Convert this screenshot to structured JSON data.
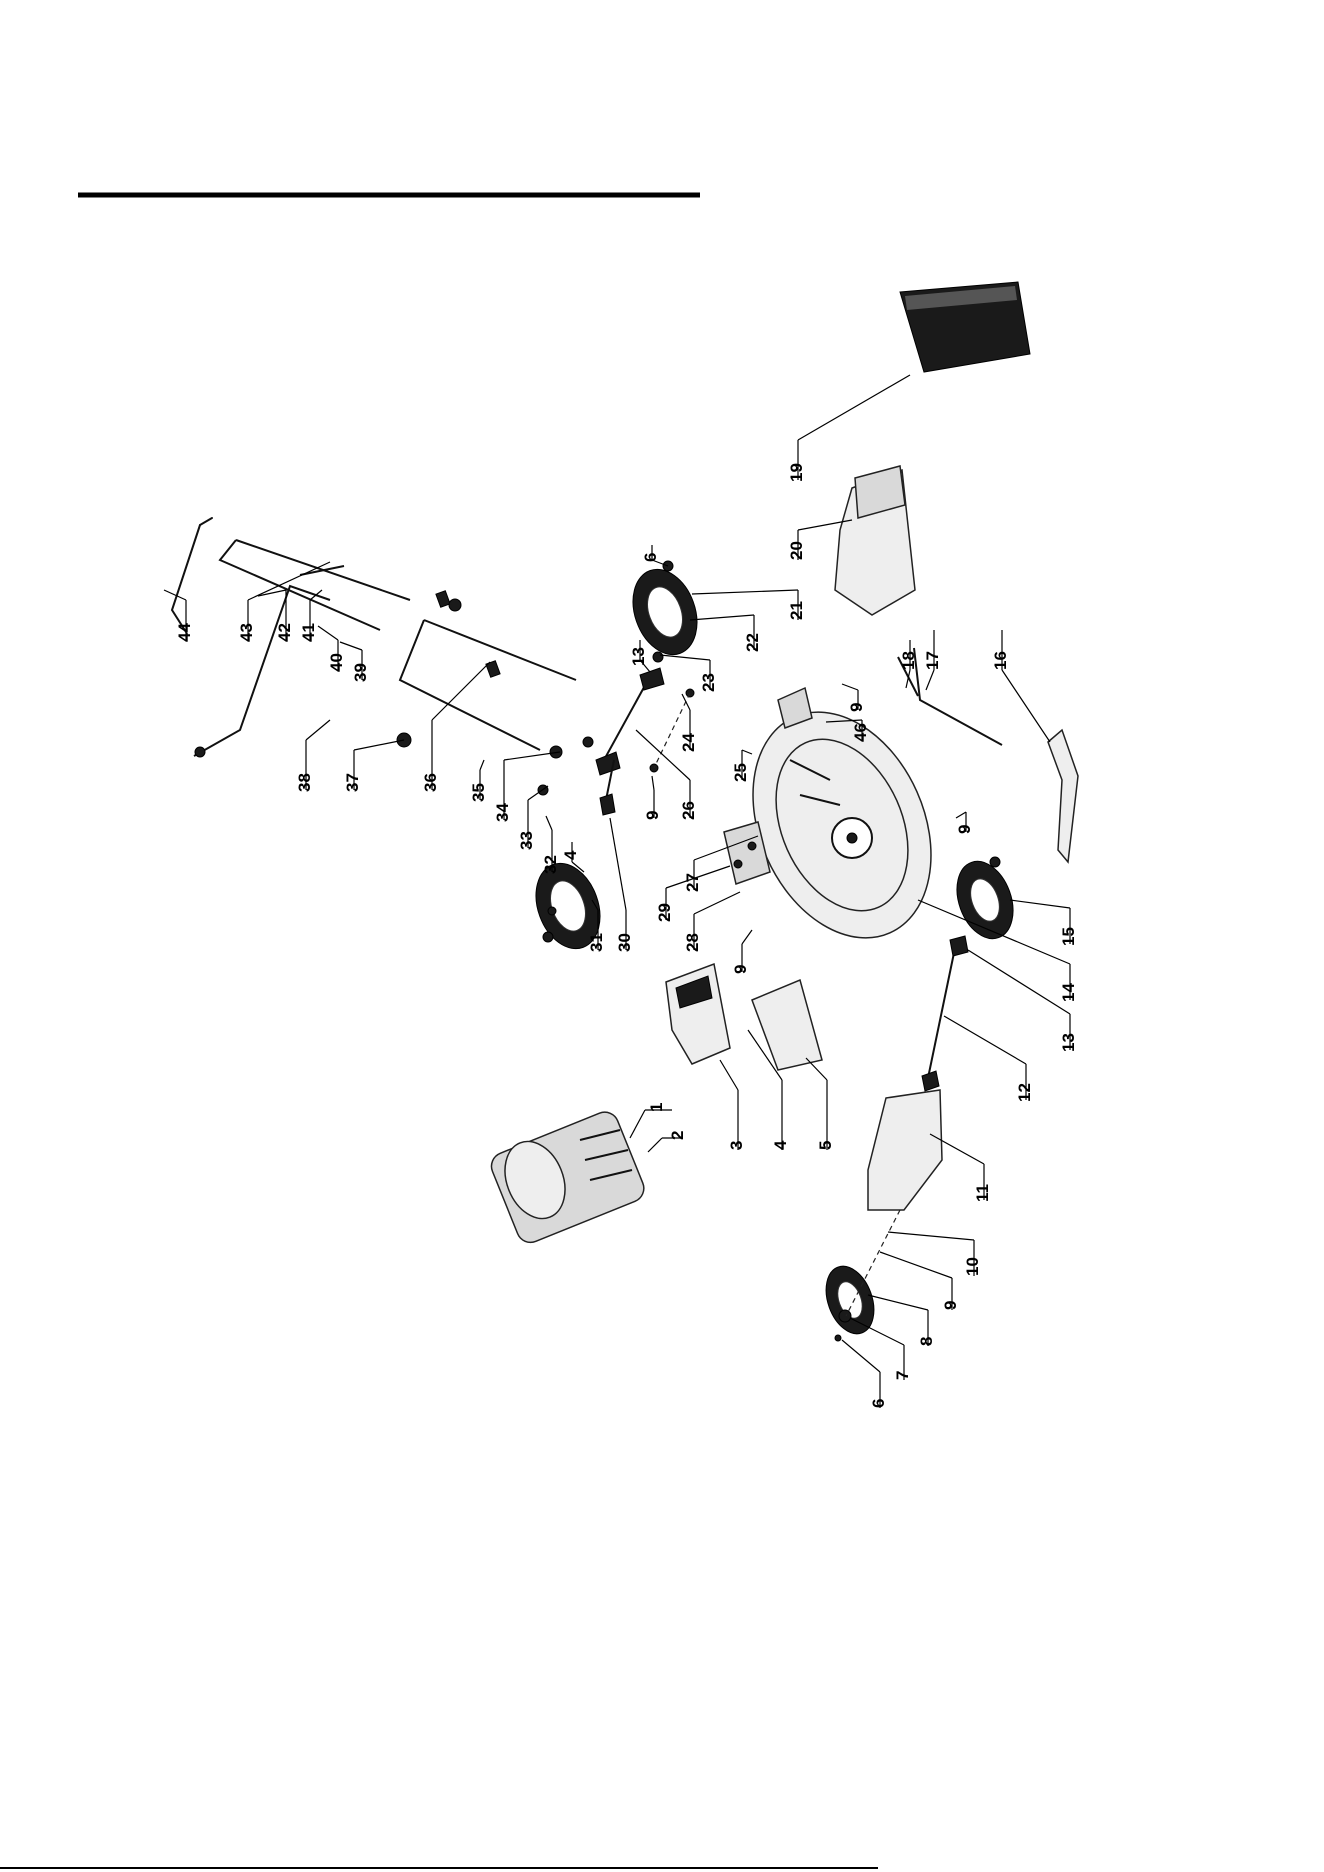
{
  "diagram": {
    "parts": [
      {
        "id": "p1",
        "label": "1"
      },
      {
        "id": "p2",
        "label": "2"
      },
      {
        "id": "p3",
        "label": "3"
      },
      {
        "id": "p4a",
        "label": "4"
      },
      {
        "id": "p5",
        "label": "5"
      },
      {
        "id": "p6a",
        "label": "6"
      },
      {
        "id": "p7",
        "label": "7"
      },
      {
        "id": "p8",
        "label": "8"
      },
      {
        "id": "p9a",
        "label": "9"
      },
      {
        "id": "p10",
        "label": "10"
      },
      {
        "id": "p11",
        "label": "11"
      },
      {
        "id": "p12",
        "label": "12"
      },
      {
        "id": "p13a",
        "label": "13"
      },
      {
        "id": "p14",
        "label": "14"
      },
      {
        "id": "p15",
        "label": "15"
      },
      {
        "id": "p16",
        "label": "16"
      },
      {
        "id": "p17",
        "label": "17"
      },
      {
        "id": "p18",
        "label": "18"
      },
      {
        "id": "p19",
        "label": "19"
      },
      {
        "id": "p20",
        "label": "20"
      },
      {
        "id": "p21",
        "label": "21"
      },
      {
        "id": "p22",
        "label": "22"
      },
      {
        "id": "p23",
        "label": "23"
      },
      {
        "id": "p6b",
        "label": "6"
      },
      {
        "id": "p13b",
        "label": "13"
      },
      {
        "id": "p24",
        "label": "24"
      },
      {
        "id": "p9b",
        "label": "9"
      },
      {
        "id": "p9c",
        "label": "9"
      },
      {
        "id": "p46",
        "label": "46"
      },
      {
        "id": "p25",
        "label": "25"
      },
      {
        "id": "p26",
        "label": "26"
      },
      {
        "id": "p9d",
        "label": "9"
      },
      {
        "id": "p27",
        "label": "27"
      },
      {
        "id": "p28",
        "label": "28"
      },
      {
        "id": "p29",
        "label": "29"
      },
      {
        "id": "p9e",
        "label": "9"
      },
      {
        "id": "p30",
        "label": "30"
      },
      {
        "id": "p31",
        "label": "31"
      },
      {
        "id": "p4b",
        "label": "4"
      },
      {
        "id": "p32",
        "label": "32"
      },
      {
        "id": "p33",
        "label": "33"
      },
      {
        "id": "p34",
        "label": "34"
      },
      {
        "id": "p35",
        "label": "35"
      },
      {
        "id": "p36",
        "label": "36"
      },
      {
        "id": "p37",
        "label": "37"
      },
      {
        "id": "p38",
        "label": "38"
      },
      {
        "id": "p39",
        "label": "39"
      },
      {
        "id": "p40",
        "label": "40"
      },
      {
        "id": "p41",
        "label": "41"
      },
      {
        "id": "p42",
        "label": "42"
      },
      {
        "id": "p43",
        "label": "43"
      },
      {
        "id": "p44",
        "label": "44"
      }
    ]
  }
}
